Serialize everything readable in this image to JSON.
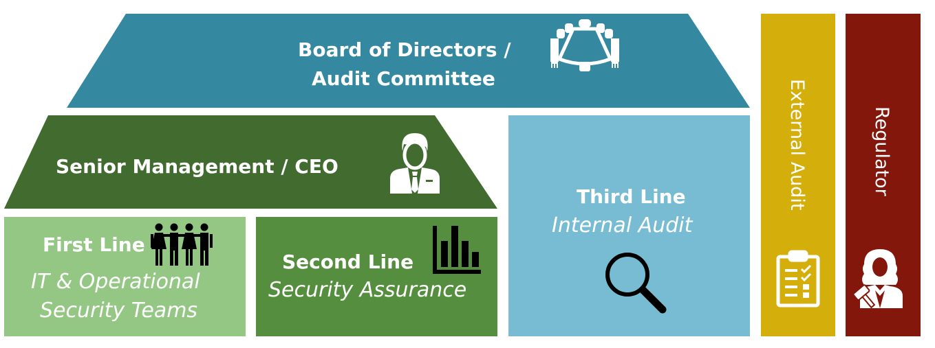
{
  "colors": {
    "board": "#34889F",
    "senior": "#416B2F",
    "first_line": "#93C783",
    "second_line": "#568E3F",
    "third_line": "#77BCD3",
    "external_audit": "#D4AE0A",
    "regulator": "#84170B",
    "text": "#FFFFFF",
    "icon_dark": "#000000"
  },
  "board": {
    "line1": "Board of Directors /",
    "line2": "Audit Committee",
    "icon": "boardroom-table-icon"
  },
  "senior": {
    "label": "Senior Management /  CEO",
    "icon": "businessman-icon"
  },
  "first_line": {
    "title": "First Line",
    "subtitle_line1": "IT & Operational",
    "subtitle_line2": "Security Teams",
    "icon": "team-people-icon"
  },
  "second_line": {
    "title": "Second Line",
    "subtitle": "Security Assurance",
    "icon": "bar-chart-icon"
  },
  "third_line": {
    "title": "Third Line",
    "subtitle": "Internal Audit",
    "icon": "magnifier-icon"
  },
  "external_audit": {
    "label": "External Audit",
    "icon": "clipboard-checklist-icon"
  },
  "regulator": {
    "label": "Regulator",
    "icon": "judge-gavel-icon"
  }
}
